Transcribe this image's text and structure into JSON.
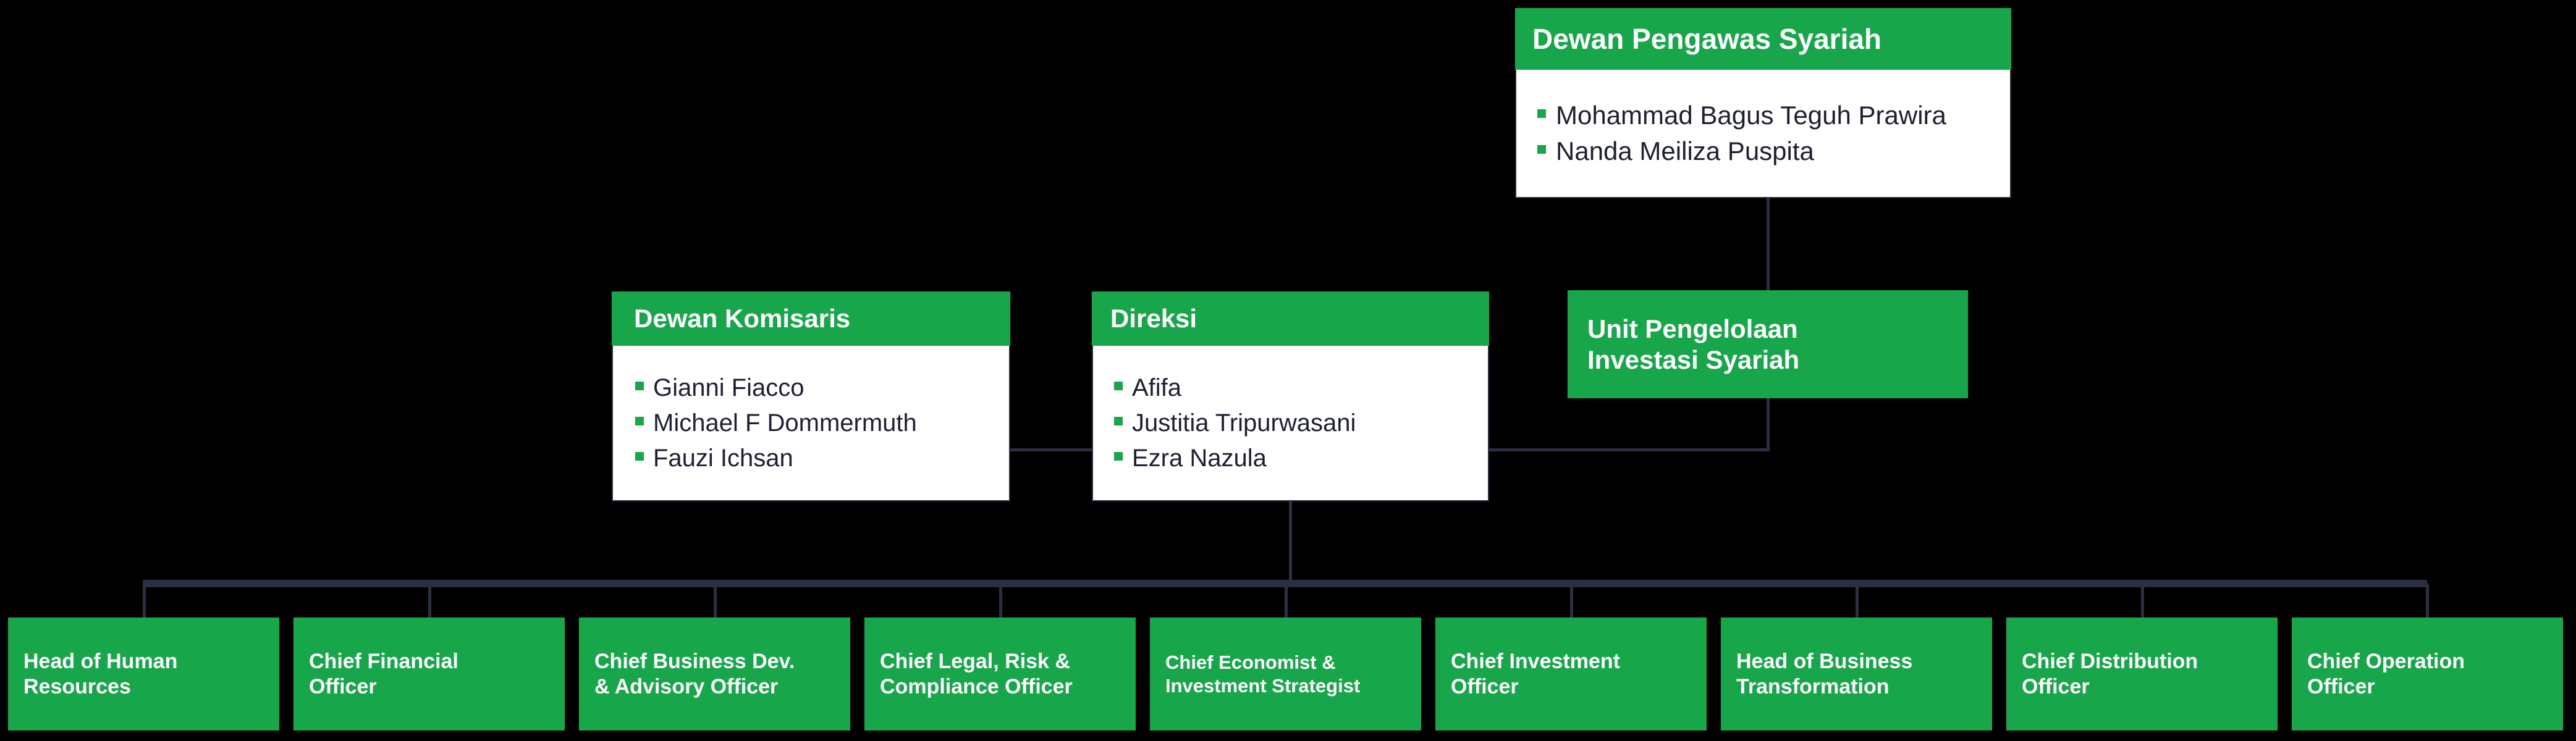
{
  "theme": {
    "accent_green": "#18a64b",
    "line_color": "#2b2f44",
    "panel_body_bg": "#ffffff",
    "page_bg": "#000000",
    "text_dark": "#1d2033",
    "text_light": "#ffffff"
  },
  "nodes": {
    "dewan_pengawas_syariah": {
      "title": "Dewan Pengawas Syariah",
      "members": [
        "Mohammad Bagus Teguh Prawira",
        "Nanda Meiliza Puspita"
      ]
    },
    "dewan_komisaris": {
      "title": "Dewan Komisaris",
      "members": [
        "Gianni Fiacco",
        "Michael F Dommermuth",
        "Fauzi Ichsan"
      ]
    },
    "direksi": {
      "title": "Direksi",
      "members": [
        "Afifa",
        "Justitia Tripurwasani",
        "Ezra Nazula"
      ]
    },
    "unit_pengelolaan_investasi_syariah": {
      "title": "Unit Pengelolaan Investasi Syariah",
      "line1": "Unit Pengelolaan",
      "line2": "Investasi Syariah"
    }
  },
  "officers": [
    {
      "line1": "Head of Human",
      "line2": "Resources"
    },
    {
      "line1": "Chief Financial",
      "line2": "Officer"
    },
    {
      "line1": "Chief Business Dev.",
      "line2": "& Advisory Officer"
    },
    {
      "line1": "Chief Legal, Risk &",
      "line2": "Compliance Officer"
    },
    {
      "line1": "Chief Economist &",
      "line2": "Investment Strategist"
    },
    {
      "line1": "Chief Investment",
      "line2": "Officer"
    },
    {
      "line1": "Head of Business",
      "line2": "Transformation"
    },
    {
      "line1": "Chief Distribution",
      "line2": "Officer"
    },
    {
      "line1": "Chief Operation",
      "line2": "Officer"
    }
  ]
}
